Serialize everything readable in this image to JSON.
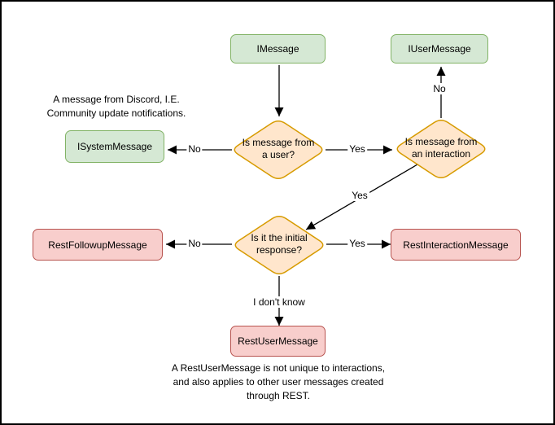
{
  "nodes": {
    "imessage": "IMessage",
    "iusermessage": "IUserMessage",
    "isystemmessage": "ISystemMessage",
    "restfollowupmessage": "RestFollowupMessage",
    "restinteractionmessage": "RestInteractionMessage",
    "restusermessage": "RestUserMessage"
  },
  "decisions": {
    "is_user": "Is message from\na user?",
    "is_interaction": "Is message from\nan interaction",
    "is_initial": "Is it the initial\nresponse?"
  },
  "edge_labels": {
    "is_user_no": "No",
    "is_user_yes": "Yes",
    "is_interaction_no": "No",
    "is_interaction_yes": "Yes",
    "is_initial_no": "No",
    "is_initial_yes": "Yes",
    "is_initial_unknown": "I don't know"
  },
  "notes": {
    "isystemmessage_note": "A message from Discord, I.E.\nCommunity update notifications.",
    "restusermessage_note": "A RestUserMessage is not unique to interactions,\nand also applies to other user messages created\nthrough REST."
  },
  "colors": {
    "interface_fill": "#d5e8d4",
    "interface_stroke": "#82b366",
    "decision_fill": "#ffe6cc",
    "decision_stroke": "#d79b00",
    "rest_fill": "#f8cecc",
    "rest_stroke": "#b85450",
    "connector": "#000000",
    "background": "#ffffff"
  }
}
